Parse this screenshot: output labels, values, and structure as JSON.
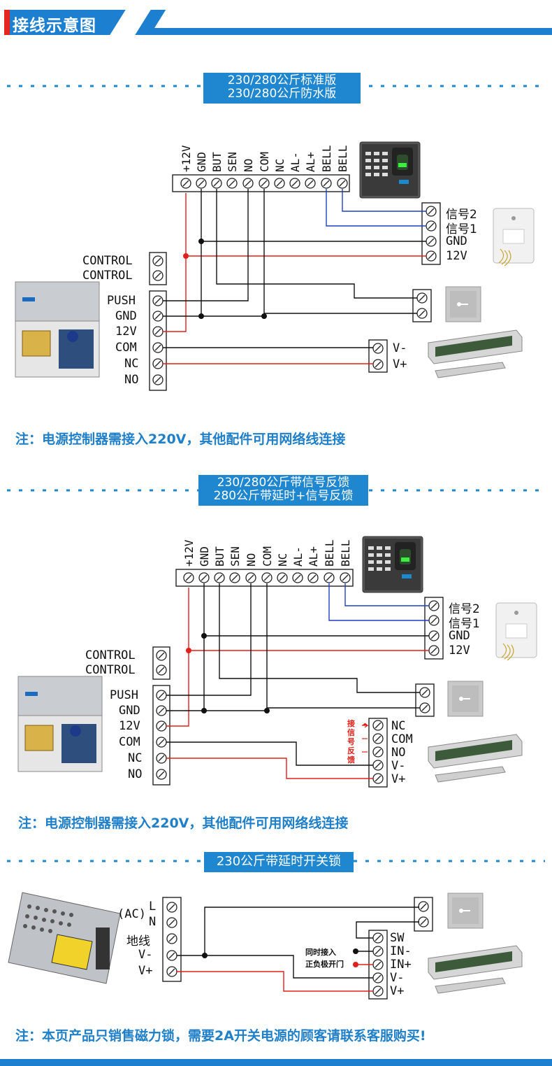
{
  "header": {
    "title": "接线示意图"
  },
  "section1": {
    "title_line1": "230/280公斤标准版",
    "title_line2": "230/280公斤防水版",
    "terminals_top": [
      "+12V",
      "GND",
      "BUT",
      "SEN",
      "NO",
      "COM",
      "NC",
      "AL-",
      "AL+",
      "BELL",
      "BELL"
    ],
    "control_labels": [
      "CONTROL",
      "CONTROL"
    ],
    "psu_labels": [
      "PUSH",
      "GND",
      "12V",
      "COM",
      "NC",
      "NO"
    ],
    "reader_labels": [
      "信号2",
      "信号1",
      "GND",
      "12V"
    ],
    "lock_labels": [
      "V-",
      "V+"
    ],
    "note": "注：电源控制器需接入220V，其他配件可用网络线连接"
  },
  "section2": {
    "title_line1": "230/280公斤带信号反馈",
    "title_line2": "280公斤带延时+信号反馈",
    "terminals_top": [
      "+12V",
      "GND",
      "BUT",
      "SEN",
      "NO",
      "COM",
      "NC",
      "AL-",
      "AL+",
      "BELL",
      "BELL"
    ],
    "control_labels": [
      "CONTROL",
      "CONTROL"
    ],
    "psu_labels": [
      "PUSH",
      "GND",
      "12V",
      "COM",
      "NC",
      "NO"
    ],
    "reader_labels": [
      "信号2",
      "信号1",
      "GND",
      "12V"
    ],
    "lock_labels": [
      "NC",
      "COM",
      "NO",
      "V-",
      "V+"
    ],
    "feedback_note": "接信号反馈",
    "note": "注：电源控制器需接入220V，其他配件可用网络线连接"
  },
  "section3": {
    "title": "230公斤带延时开关锁",
    "psu_labels_ac": "(AC)",
    "psu_labels": [
      "L",
      "N",
      "地线",
      "V-",
      "V+"
    ],
    "lock_labels": [
      "SW",
      "IN-",
      "IN+",
      "V-",
      "V+"
    ],
    "side_note_1": "同时接入",
    "side_note_2": "正负极开门",
    "note": "注：本页产品只销售磁力锁，需要2A开关电源的顾客请联系客服购买!"
  },
  "colors": {
    "accent": "#1c7fd0",
    "red_wire": "#e0201a",
    "blue_wire": "#1f3fbf",
    "note_text": "#1f7fc9"
  },
  "icons": [
    "fingerprint-keypad-icon",
    "doorbell-icon",
    "exit-button-icon",
    "magnetic-lock-icon",
    "power-controller-icon",
    "switching-power-supply-icon"
  ]
}
